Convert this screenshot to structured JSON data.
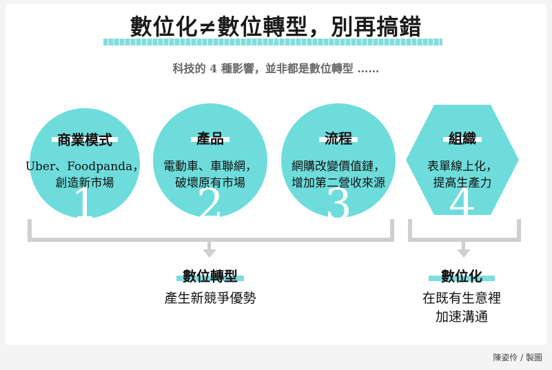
{
  "title": "數位化≠數位轉型，別再搞錯",
  "subtitle": "科技的 4 種影響，並非都是數位轉型 ……",
  "nodes": [
    {
      "label": "商業模式",
      "line1": "Uber、Foodpanda，",
      "line2": "創造新市場",
      "number": "1"
    },
    {
      "label": "產品",
      "line1": "電動車、車聯網，",
      "line2": "破壞原有市場",
      "number": "2"
    },
    {
      "label": "流程",
      "line1": "網購改變價值鏈，",
      "line2": "增加第二營收來源",
      "number": "3"
    },
    {
      "label": "組織",
      "line1": "表單線上化，",
      "line2": "提高生產力",
      "number": "4"
    }
  ],
  "results": [
    {
      "title": "數位轉型",
      "line1": "產生新競爭優勢",
      "line2": ""
    },
    {
      "title": "數位化",
      "line1": "在既有生意裡",
      "line2": "加速溝通"
    }
  ],
  "credit": "陳姿伶 / 製圖",
  "colors": {
    "accent": "#6fdcdc",
    "bracket": "#cfcfcf"
  }
}
